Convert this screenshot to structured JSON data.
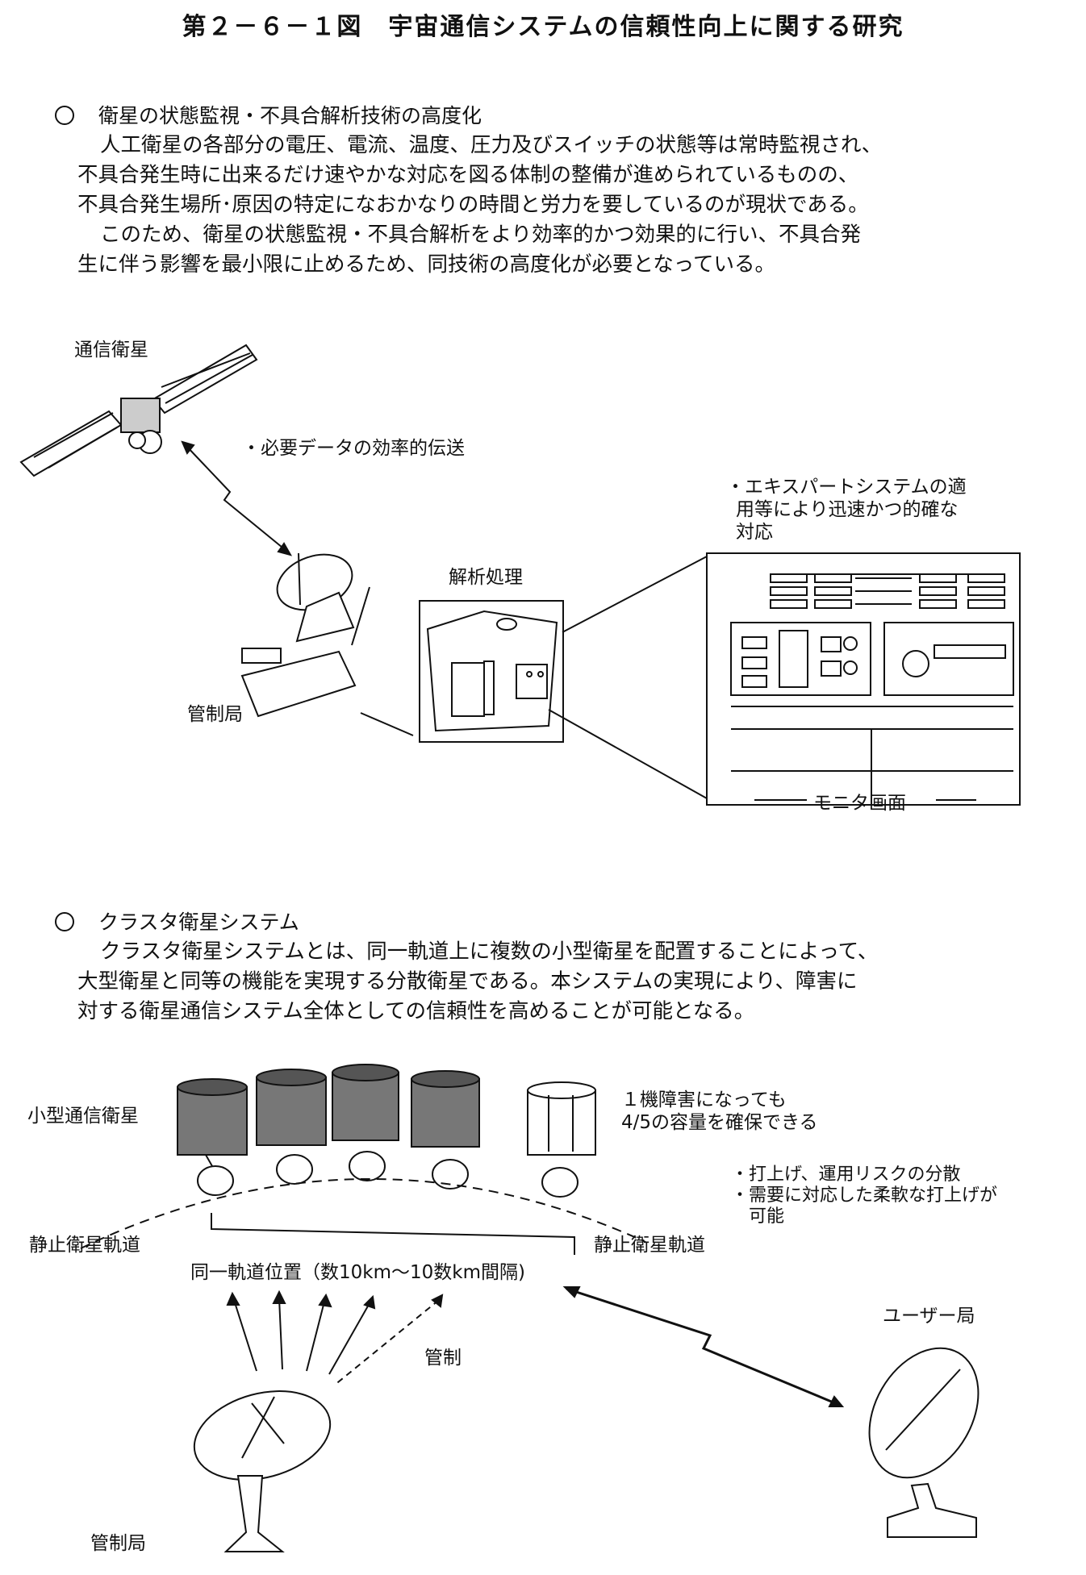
{
  "title": "第２－６－１図　宇宙通信システムの信頼性向上に関する研究",
  "section1": {
    "heading": "衛星の状態監視・不具合解析技術の高度化",
    "paragraph1": [
      "人工衛星の各部分の電圧、電流、温度、圧力及びスイッチの状態等は常時監視され、",
      "不具合発生時に出来るだけ速やかな対応を図る体制の整備が進められているものの、",
      "不具合発生場所･原因の特定になおかなりの時間と労力を要しているのが現状である。"
    ],
    "paragraph2": [
      "このため、衛星の状態監視・不具合解析をより効率的かつ効果的に行い、不具合発",
      "生に伴う影響を最小限に止めるため、同技術の高度化が必要となっている。"
    ],
    "figure": {
      "satellite_label": "通信衛星",
      "transfer_note": "・必要データの効率的伝送",
      "analysis_label": "解析処理",
      "expert_note": [
        "・エキスパートシステムの適",
        "用等により迅速かつ的確な",
        "対応"
      ],
      "ground_station_label": "管制局",
      "monitor_label": "モニタ画面"
    }
  },
  "section2": {
    "heading": "クラスタ衛星システム",
    "paragraph": [
      "クラスタ衛星システムとは、同一軌道上に複数の小型衛星を配置することによって、",
      "大型衛星と同等の機能を実現する分散衛星である。本システムの実現により、障害に",
      "対する衛星通信システム全体としての信頼性を高めることが可能となる。"
    ],
    "figure": {
      "small_sat_label": "小型通信衛星",
      "failure_note": [
        "１機障害になっても",
        "4/5の容量を確保できる"
      ],
      "benefit_notes": [
        "・打上げ、運用リスクの分散",
        "・需要に対応した柔軟な打上げが",
        "　可能"
      ],
      "orbit_label_left": "静止衛星軌道",
      "orbit_label_right": "静止衛星軌道",
      "position_note": "同一軌道位置（数10km～10数km間隔)",
      "control_label": "管制",
      "user_station_label": "ユーザー局",
      "ground_station_label": "管制局"
    }
  }
}
